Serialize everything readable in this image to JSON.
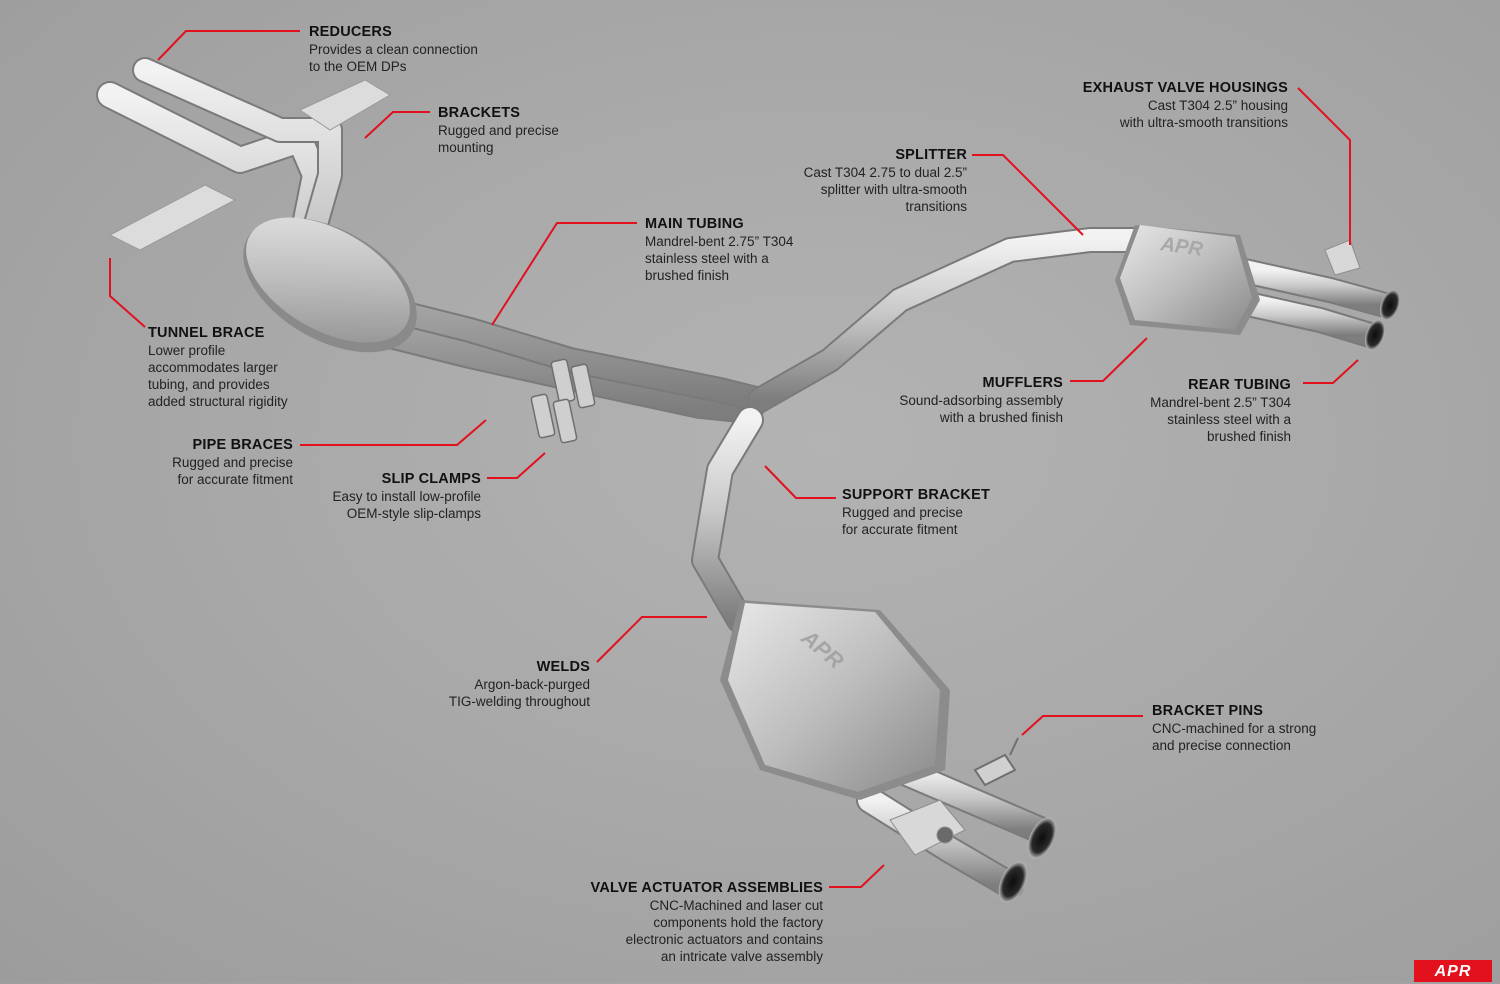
{
  "brand": "APR",
  "colors": {
    "accent": "#e3101e",
    "background": "#a9a9a9",
    "text": "#141414"
  },
  "callouts": [
    {
      "id": "reducers",
      "title": "REDUCERS",
      "desc": "Provides a clean connection\nto the OEM DPs"
    },
    {
      "id": "brackets",
      "title": "BRACKETS",
      "desc": "Rugged and precise\nmounting"
    },
    {
      "id": "exhaust-valve-housings",
      "title": "EXHAUST VALVE HOUSINGS",
      "desc": "Cast T304 2.5” housing\nwith ultra-smooth transitions"
    },
    {
      "id": "splitter",
      "title": "SPLITTER",
      "desc": "Cast T304 2.75 to dual 2.5”\nsplitter with ultra-smooth\ntransitions"
    },
    {
      "id": "main-tubing",
      "title": "MAIN TUBING",
      "desc": "Mandrel-bent 2.75” T304\nstainless steel with a\nbrushed finish"
    },
    {
      "id": "tunnel-brace",
      "title": "TUNNEL BRACE",
      "desc": "Lower profile\naccommodates larger\ntubing, and provides\nadded structural rigidity"
    },
    {
      "id": "mufflers",
      "title": "MUFFLERS",
      "desc": "Sound-adsorbing assembly\nwith a brushed finish"
    },
    {
      "id": "rear-tubing",
      "title": "REAR TUBING",
      "desc": "Mandrel-bent 2.5” T304\nstainless steel with a\nbrushed finish"
    },
    {
      "id": "pipe-braces",
      "title": "PIPE BRACES",
      "desc": "Rugged and precise\nfor accurate fitment"
    },
    {
      "id": "slip-clamps",
      "title": "SLIP CLAMPS",
      "desc": "Easy to install low-profile\nOEM-style slip-clamps"
    },
    {
      "id": "support-bracket",
      "title": "SUPPORT BRACKET",
      "desc": "Rugged and precise\nfor accurate fitment"
    },
    {
      "id": "welds",
      "title": "WELDS",
      "desc": "Argon-back-purged\nTIG-welding throughout"
    },
    {
      "id": "bracket-pins",
      "title": "BRACKET PINS",
      "desc": "CNC-machined for a strong\nand precise connection"
    },
    {
      "id": "valve-actuator-assemblies",
      "title": "VALVE ACTUATOR ASSEMBLIES",
      "desc": "CNC-Machined and laser cut\ncomponents hold the factory\nelectronic actuators and contains\nan intricate valve assembly"
    }
  ]
}
